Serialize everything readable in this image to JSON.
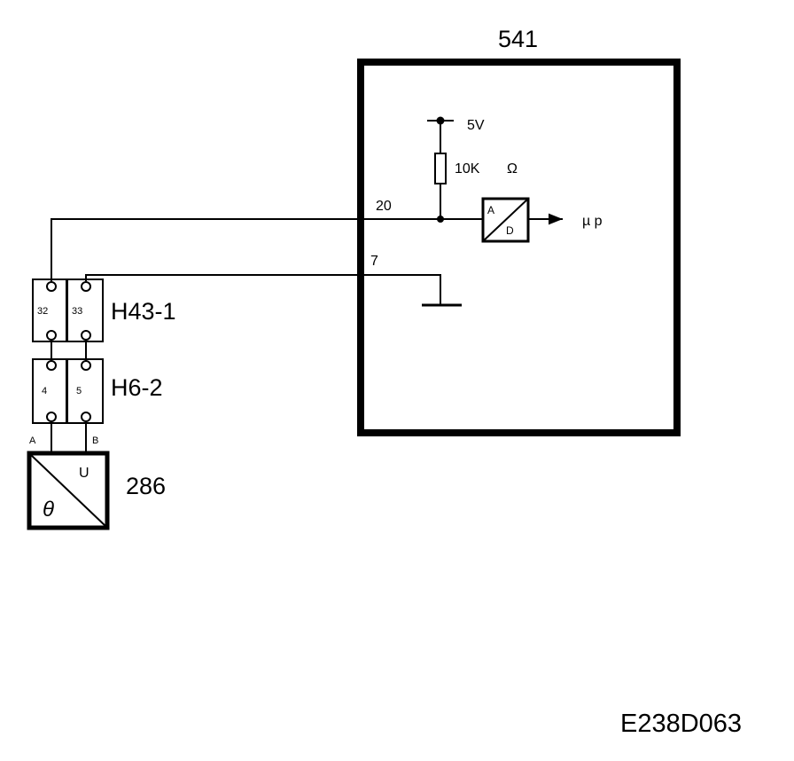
{
  "ecu": {
    "label": "541",
    "supply": "5V",
    "resistor": "10K",
    "resistor_unit": "Ω",
    "pin_signal": "20",
    "pin_ground": "7",
    "adc_in": "A",
    "adc_out": "D",
    "mcu": "µ p"
  },
  "connector_h43": {
    "label": "H43-1",
    "pin_left": "32",
    "pin_right": "33"
  },
  "connector_h6": {
    "label": "H6-2",
    "pin_left": "4",
    "pin_right": "5"
  },
  "sensor": {
    "label": "286",
    "symbol_temp": "θ",
    "symbol_voltage": "U",
    "terminal_a": "A",
    "terminal_b": "B"
  },
  "reference": "E238D063"
}
